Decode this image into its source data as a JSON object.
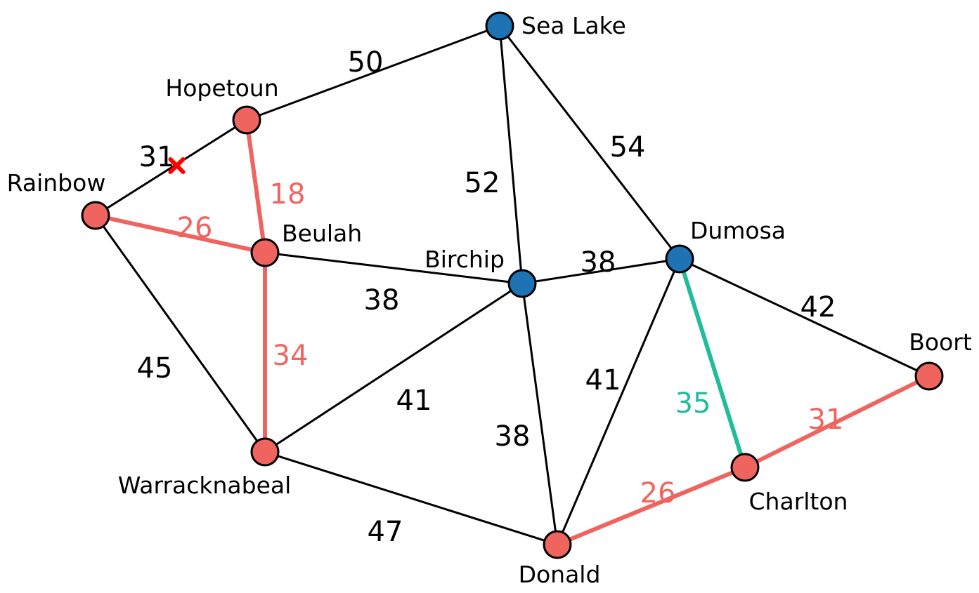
{
  "colors": {
    "red": "#F0645F",
    "blue": "#1E73B4",
    "teal": "#22BC9C",
    "black": "#000000",
    "cross": "#FF0000"
  },
  "nodes": [
    {
      "id": "sea-lake",
      "name": "Sea Lake",
      "color": "blue"
    },
    {
      "id": "hopetoun",
      "name": "Hopetoun",
      "color": "red"
    },
    {
      "id": "rainbow",
      "name": "Rainbow",
      "color": "red"
    },
    {
      "id": "beulah",
      "name": "Beulah",
      "color": "red"
    },
    {
      "id": "birchip",
      "name": "Birchip",
      "color": "blue"
    },
    {
      "id": "dumosa",
      "name": "Dumosa",
      "color": "blue"
    },
    {
      "id": "boort",
      "name": "Boort",
      "color": "red"
    },
    {
      "id": "warracknabeal",
      "name": "Warracknabeal",
      "color": "red"
    },
    {
      "id": "donald",
      "name": "Donald",
      "color": "red"
    },
    {
      "id": "charlton",
      "name": "Charlton",
      "color": "red"
    }
  ],
  "edges": [
    {
      "id": "hopetoun-sea-lake",
      "from": "hopetoun",
      "to": "sea-lake",
      "weight": "50",
      "color": "black"
    },
    {
      "id": "rainbow-hopetoun",
      "from": "rainbow",
      "to": "hopetoun",
      "weight": "31",
      "color": "black",
      "crossed": true
    },
    {
      "id": "hopetoun-beulah",
      "from": "hopetoun",
      "to": "beulah",
      "weight": "18",
      "color": "red"
    },
    {
      "id": "rainbow-beulah",
      "from": "rainbow",
      "to": "beulah",
      "weight": "26",
      "color": "red"
    },
    {
      "id": "sea-lake-birchip",
      "from": "sea-lake",
      "to": "birchip",
      "weight": "52",
      "color": "black"
    },
    {
      "id": "sea-lake-dumosa",
      "from": "sea-lake",
      "to": "dumosa",
      "weight": "54",
      "color": "black"
    },
    {
      "id": "beulah-birchip",
      "from": "beulah",
      "to": "birchip",
      "weight": "38",
      "color": "black"
    },
    {
      "id": "birchip-dumosa",
      "from": "birchip",
      "to": "dumosa",
      "weight": "38",
      "color": "black"
    },
    {
      "id": "rainbow-warracknabeal",
      "from": "rainbow",
      "to": "warracknabeal",
      "weight": "45",
      "color": "black"
    },
    {
      "id": "beulah-warracknabeal",
      "from": "beulah",
      "to": "warracknabeal",
      "weight": "34",
      "color": "red"
    },
    {
      "id": "warracknabeal-birchip",
      "from": "warracknabeal",
      "to": "birchip",
      "weight": "41",
      "color": "black"
    },
    {
      "id": "birchip-donald",
      "from": "birchip",
      "to": "donald",
      "weight": "38",
      "color": "black"
    },
    {
      "id": "dumosa-donald",
      "from": "dumosa",
      "to": "donald",
      "weight": "41",
      "color": "black"
    },
    {
      "id": "dumosa-charlton",
      "from": "dumosa",
      "to": "charlton",
      "weight": "35",
      "color": "teal"
    },
    {
      "id": "dumosa-boort",
      "from": "dumosa",
      "to": "boort",
      "weight": "42",
      "color": "black"
    },
    {
      "id": "charlton-boort",
      "from": "charlton",
      "to": "boort",
      "weight": "31",
      "color": "red"
    },
    {
      "id": "donald-charlton",
      "from": "donald",
      "to": "charlton",
      "weight": "26",
      "color": "red"
    },
    {
      "id": "warracknabeal-donald",
      "from": "warracknabeal",
      "to": "donald",
      "weight": "47",
      "color": "black"
    }
  ]
}
